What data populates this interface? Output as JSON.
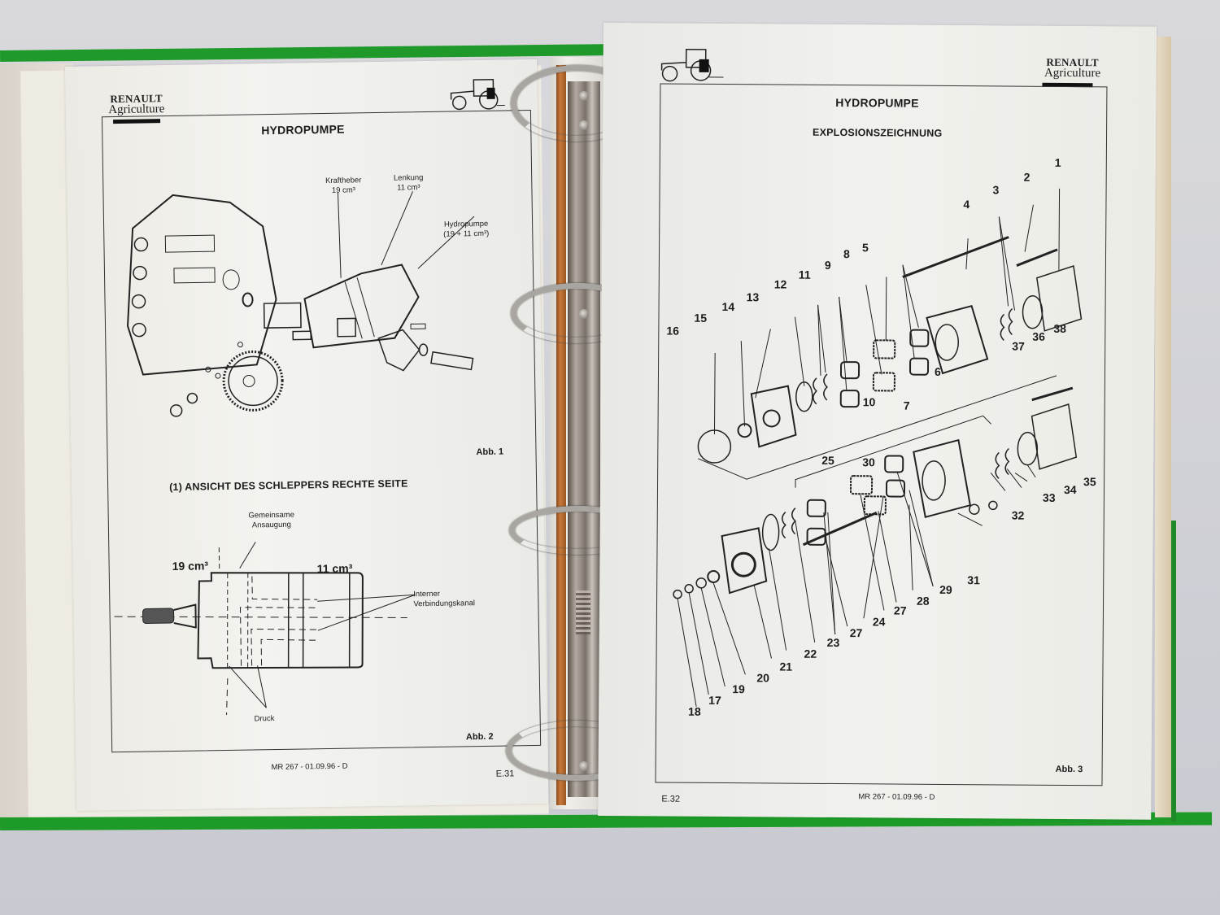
{
  "binder": {
    "cover_color": "#1f9a2a",
    "ring_count": 4
  },
  "left_page": {
    "brand": {
      "line1": "RENAULT",
      "line2": "Agriculture"
    },
    "header_icon": "tractor-icon",
    "title": "HYDROPUMPE",
    "figure1": {
      "labels": {
        "kraftheber": "Kraftheber",
        "kraftheber_vol": "19 cm³",
        "lenkung": "Lenkung",
        "lenkung_vol": "11 cm³",
        "hydropumpe": "Hydropumpe",
        "hydropumpe_vol": "(19 + 11 cm³)"
      },
      "caption": "Abb. 1"
    },
    "section_heading": "(1) ANSICHT DES SCHLEPPERS RECHTE SEITE",
    "figure2": {
      "labels": {
        "gemeinsame": "Gemeinsame",
        "ansaugung": "Ansaugung",
        "vol_left": "19 cm³",
        "vol_right": "11 cm³",
        "interner": "Interner",
        "verbindungskanal": "Verbindungskanal",
        "druck": "Druck"
      },
      "caption": "Abb. 2"
    },
    "footer": "MR 267 - 01.09.96 - D",
    "page_number": "E.31"
  },
  "right_page": {
    "brand": {
      "line1": "RENAULT",
      "line2": "Agriculture"
    },
    "header_icon": "tractor-icon",
    "title": "HYDROPUMPE",
    "subtitle": "EXPLOSIONSZEICHNUNG",
    "figure3": {
      "part_numbers": [
        "1",
        "2",
        "3",
        "4",
        "5",
        "6",
        "7",
        "8",
        "9",
        "10",
        "11",
        "12",
        "13",
        "14",
        "15",
        "16",
        "17",
        "18",
        "19",
        "20",
        "21",
        "22",
        "23",
        "24",
        "25",
        "27",
        "27",
        "28",
        "29",
        "30",
        "31",
        "32",
        "33",
        "33",
        "34",
        "35",
        "36",
        "37",
        "38"
      ],
      "caption": "Abb. 3"
    },
    "page_number": "E.32",
    "footer": "MR 267 - 01.09.96 - D"
  }
}
